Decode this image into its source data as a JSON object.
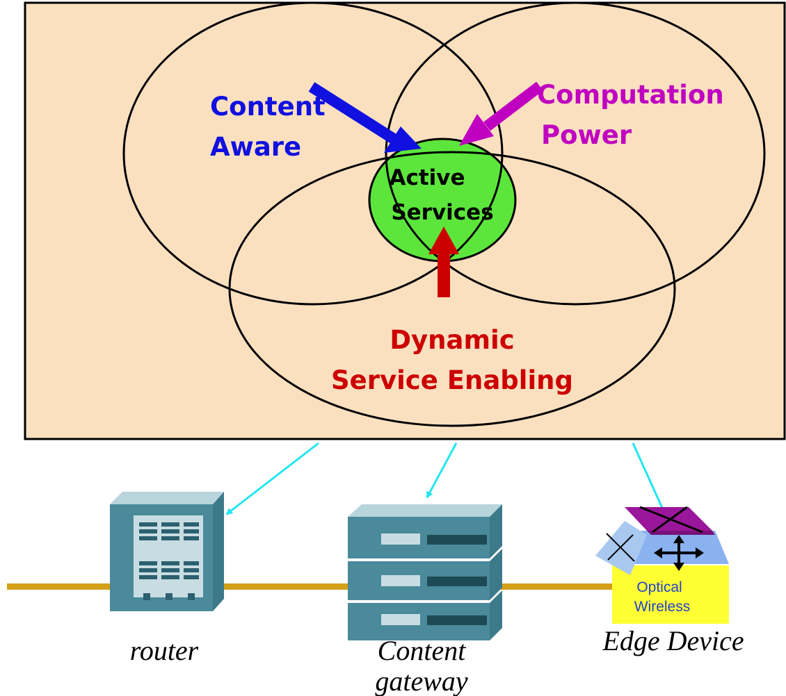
{
  "venn": {
    "content_aware": {
      "line1": "Content",
      "line2": "Aware",
      "color": "#1010e0"
    },
    "computation_power": {
      "line1": "Computation",
      "line2": "Power",
      "color": "#c000c0"
    },
    "dynamic_service": {
      "line1": "Dynamic",
      "line2": "Service Enabling",
      "color": "#cc0000"
    },
    "active_services": {
      "line1": "Active",
      "line2": "Services",
      "fill": "#5ce63c"
    },
    "panel_fill": "#fbe0c0"
  },
  "devices": {
    "router": {
      "label": "router"
    },
    "content_gateway": {
      "line1": "Content",
      "line2": "gateway"
    },
    "edge_device": {
      "label": "Edge Device",
      "badge_line1": "Optical",
      "badge_line2": "Wireless"
    }
  },
  "colors": {
    "connector": "#22e6f0",
    "bus_line": "#d4a017",
    "device_body": "#4a8a9a"
  }
}
